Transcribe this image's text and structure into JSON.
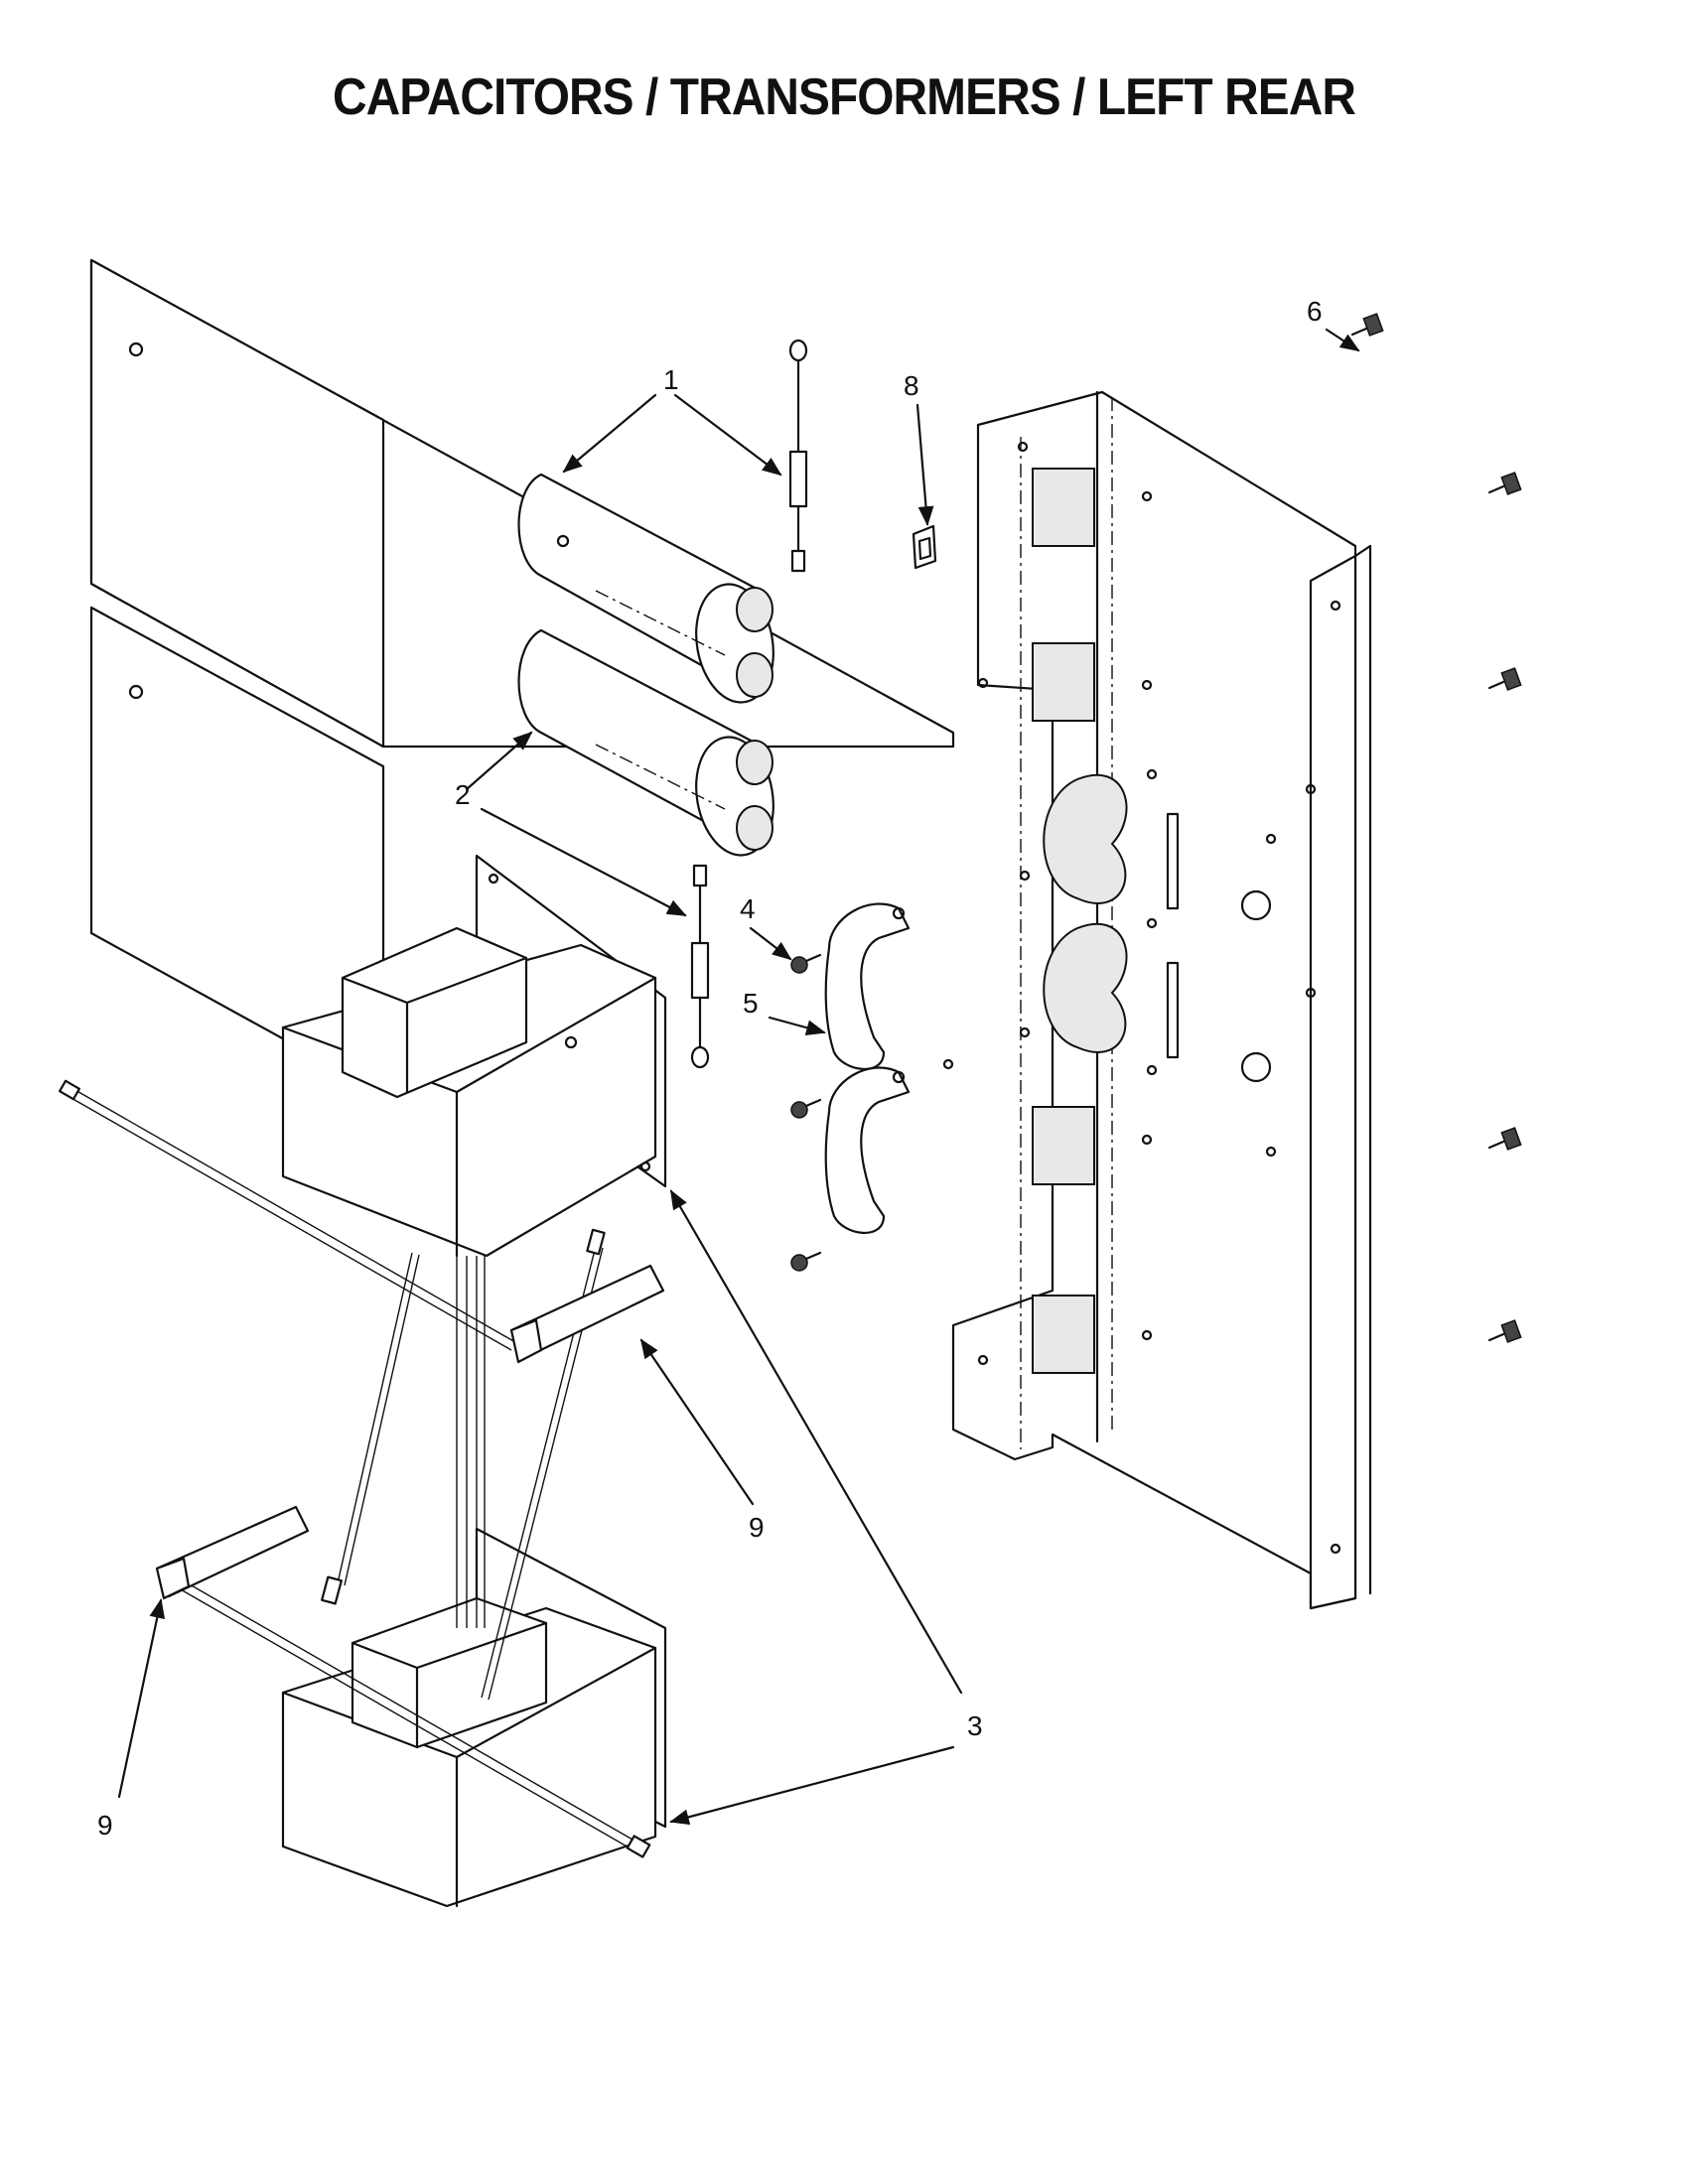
{
  "title": "CAPACITORS / TRANSFORMERS / LEFT REAR",
  "callouts": {
    "c1": "1",
    "c2": "2",
    "c3": "3",
    "c4": "4",
    "c5": "5",
    "c6": "6",
    "c8": "8",
    "c9a": "9",
    "c9b": "9"
  }
}
